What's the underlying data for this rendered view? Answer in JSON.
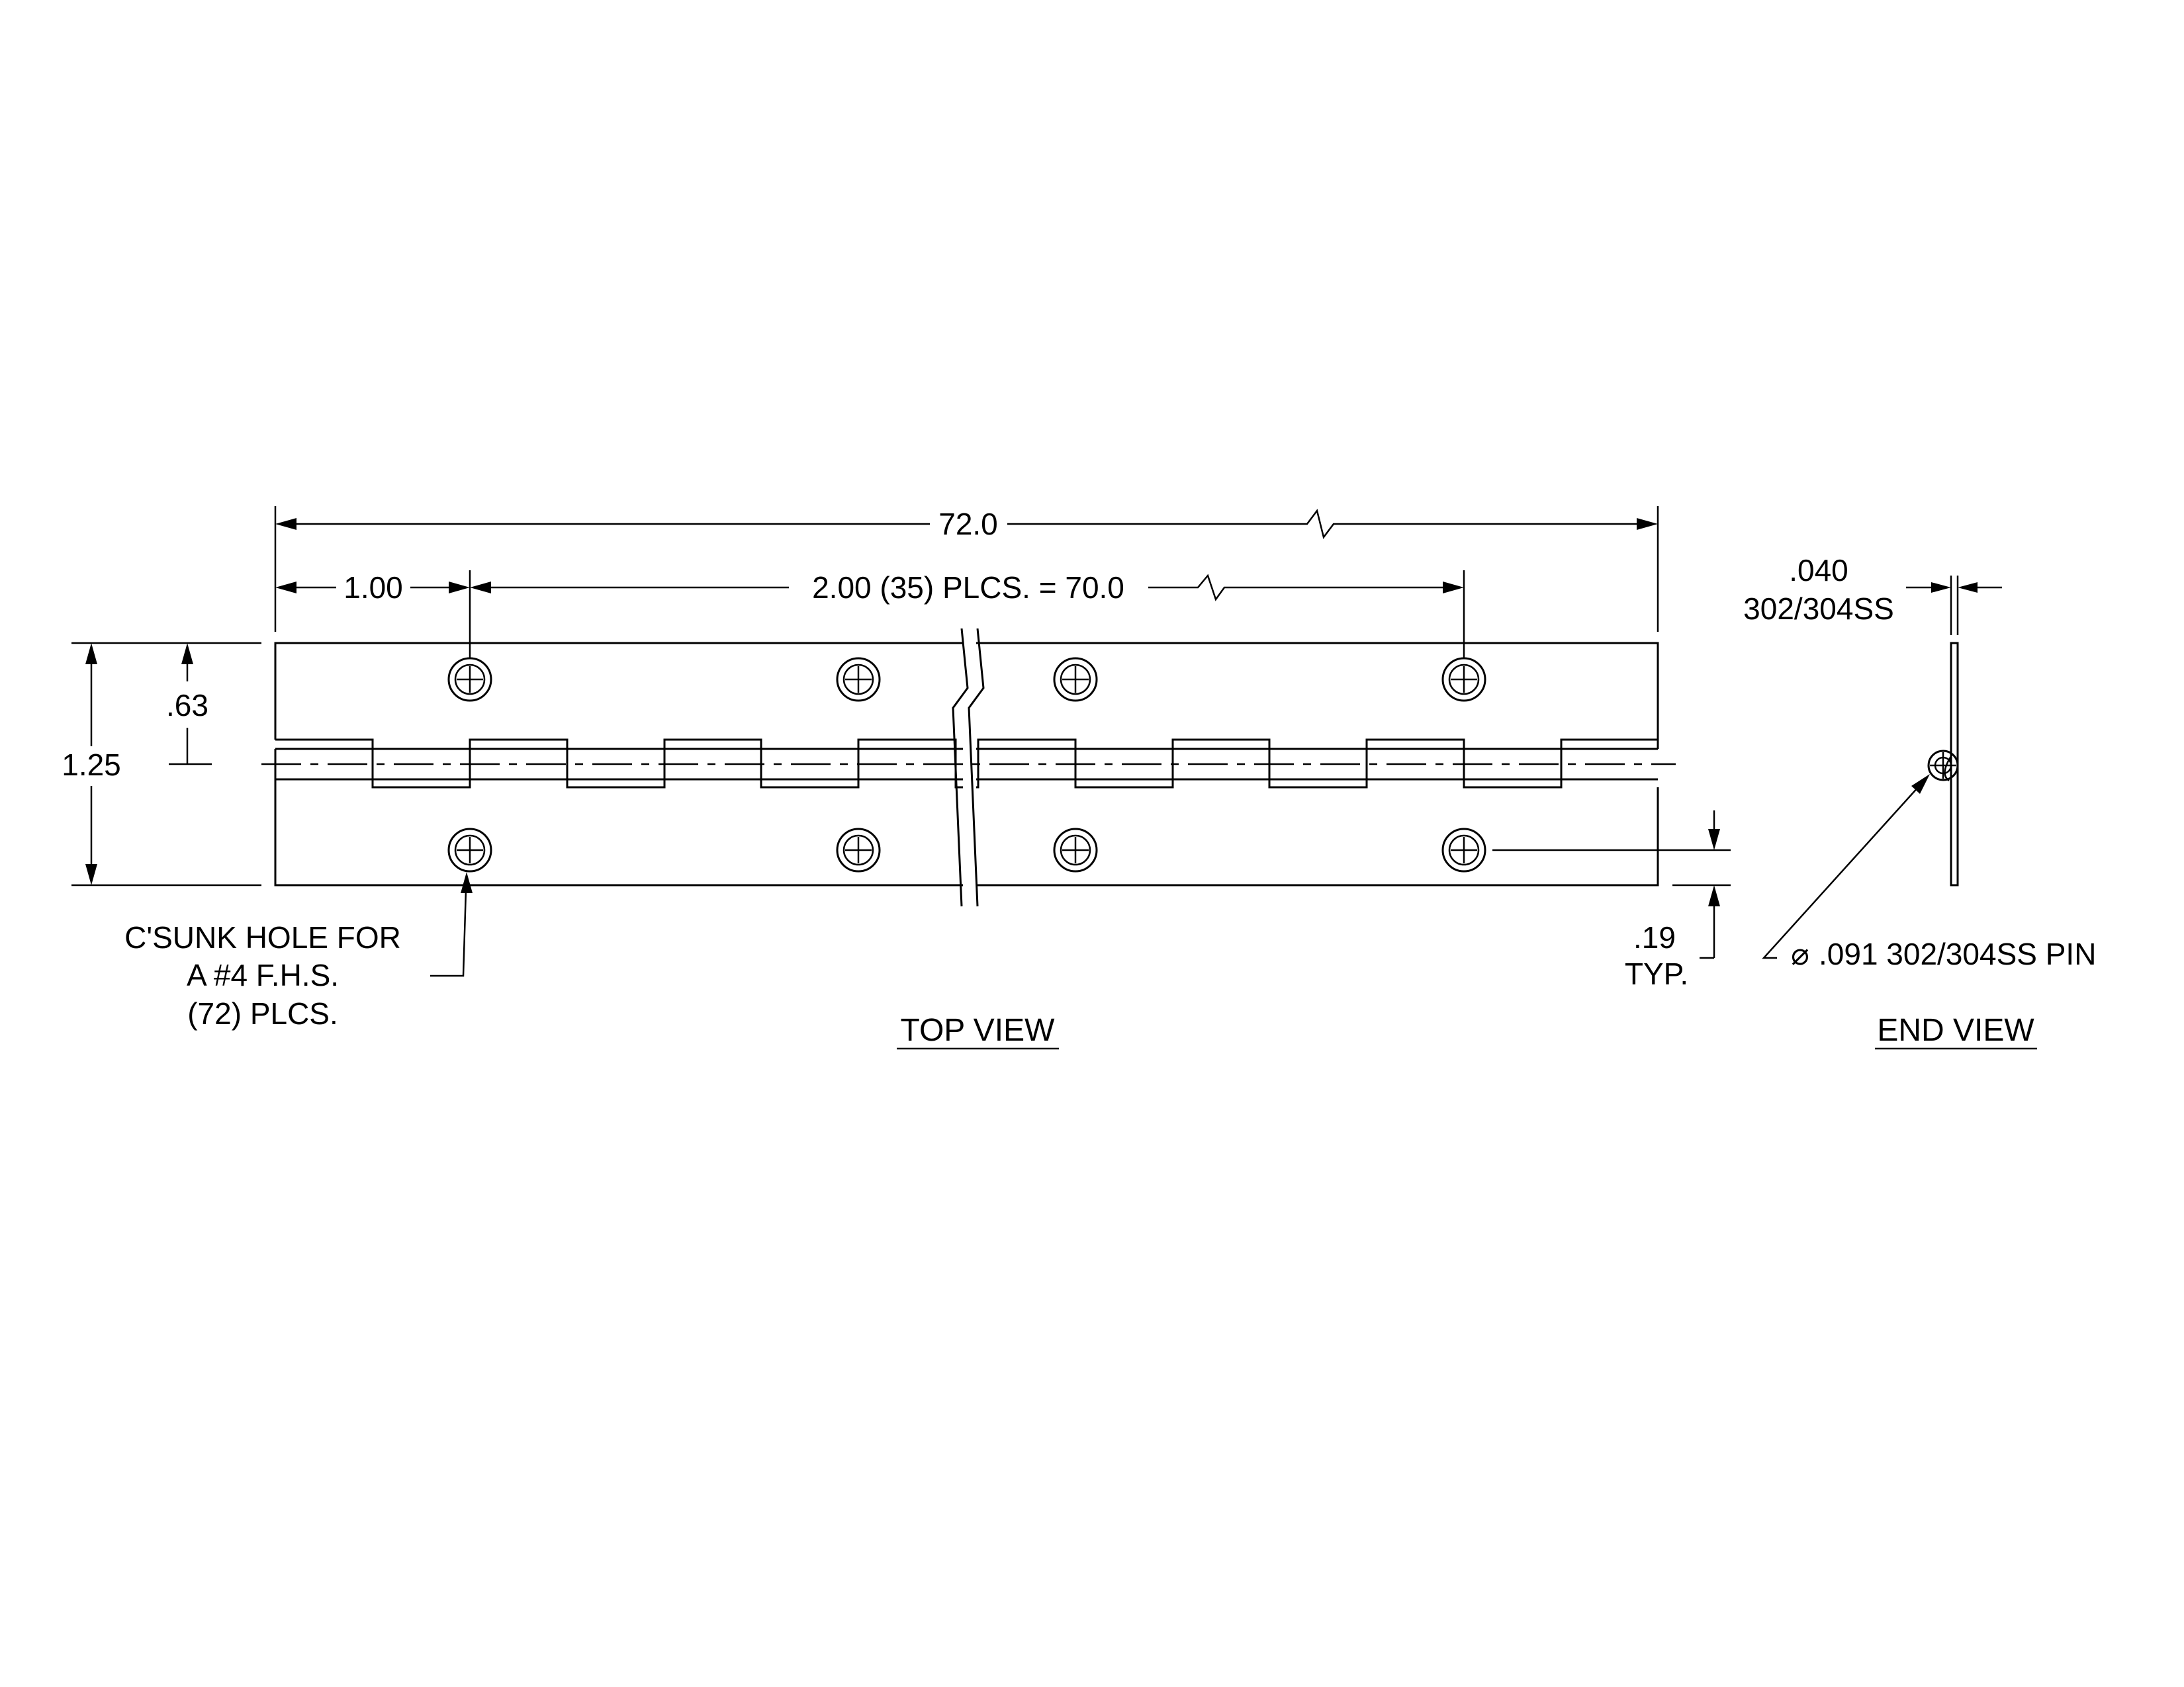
{
  "top_view": {
    "overall_length": "72.0",
    "edge_to_first_hole": "1.00",
    "hole_spacing": "2.00 (35) PLCS. = 70.0",
    "width": "1.25",
    "pin_centerline": ".63",
    "hole_edge_distance": ".19",
    "hole_edge_distance_note": "TYP.",
    "hole_note_line1": "C'SUNK HOLE FOR",
    "hole_note_line2": "A #4 F.H.S.",
    "hole_note_line3": "(72) PLCS.",
    "view_title": "TOP VIEW"
  },
  "end_view": {
    "thickness": ".040",
    "leaf_material": "302/304SS",
    "pin_symbol": "⌀",
    "pin_spec": ".091 302/304SS PIN",
    "view_title": "END VIEW"
  }
}
